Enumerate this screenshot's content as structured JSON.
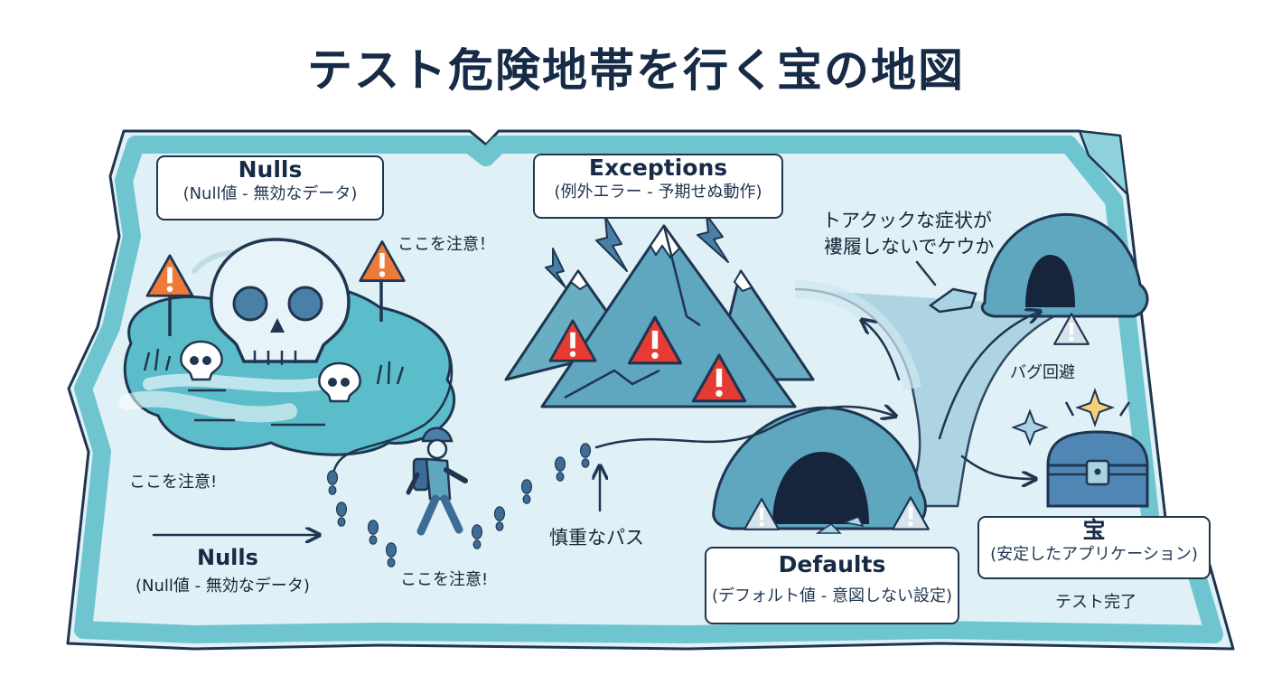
{
  "title": "テスト危険地帯を行く宝の地図",
  "zones": {
    "nulls": {
      "heading": "Nulls",
      "subtitle": "(Null値 - 無効なデータ)"
    },
    "exceptions": {
      "heading": "Exceptions",
      "subtitle": "(例外エラー - 予期せぬ動作)"
    },
    "defaults": {
      "heading": "Defaults",
      "subtitle": "(デフォルト値 - 意図しない設定)"
    },
    "treasure": {
      "heading": "宝",
      "subtitle": "(安定したアプリケーション)"
    }
  },
  "labels": {
    "caution_top": "ここを注意！",
    "caution_left": "ここを注意!",
    "caution_bottom": "ここを注意!",
    "nulls_bottom_heading": "Nulls",
    "nulls_bottom_subtitle": "(Null値 - 無効なデータ)",
    "careful_path": "慎重なパス",
    "cave_symptom_line1": "トアクックな症状が",
    "cave_symptom_line2": "褸履しないでケウか",
    "bug_avoid": "バグ回避",
    "test_complete": "テスト完了"
  },
  "colors": {
    "map_fill": "#dff0f6",
    "map_border": "#5bbdc9",
    "outline": "#1f3550",
    "mountain": "#5fa6bf",
    "warning_red": "#e63b32",
    "warning_orange": "#ee7a3a",
    "chest": "#4f86b4"
  },
  "icons": {
    "skull": "skull-icon",
    "warning": "warning-icon",
    "lightning": "lightning-icon",
    "cave": "cave-icon",
    "hiker": "hiker-icon",
    "treasure_chest": "treasure-chest-icon",
    "sparkle": "sparkle-icon",
    "footprint": "footprint-icon"
  }
}
